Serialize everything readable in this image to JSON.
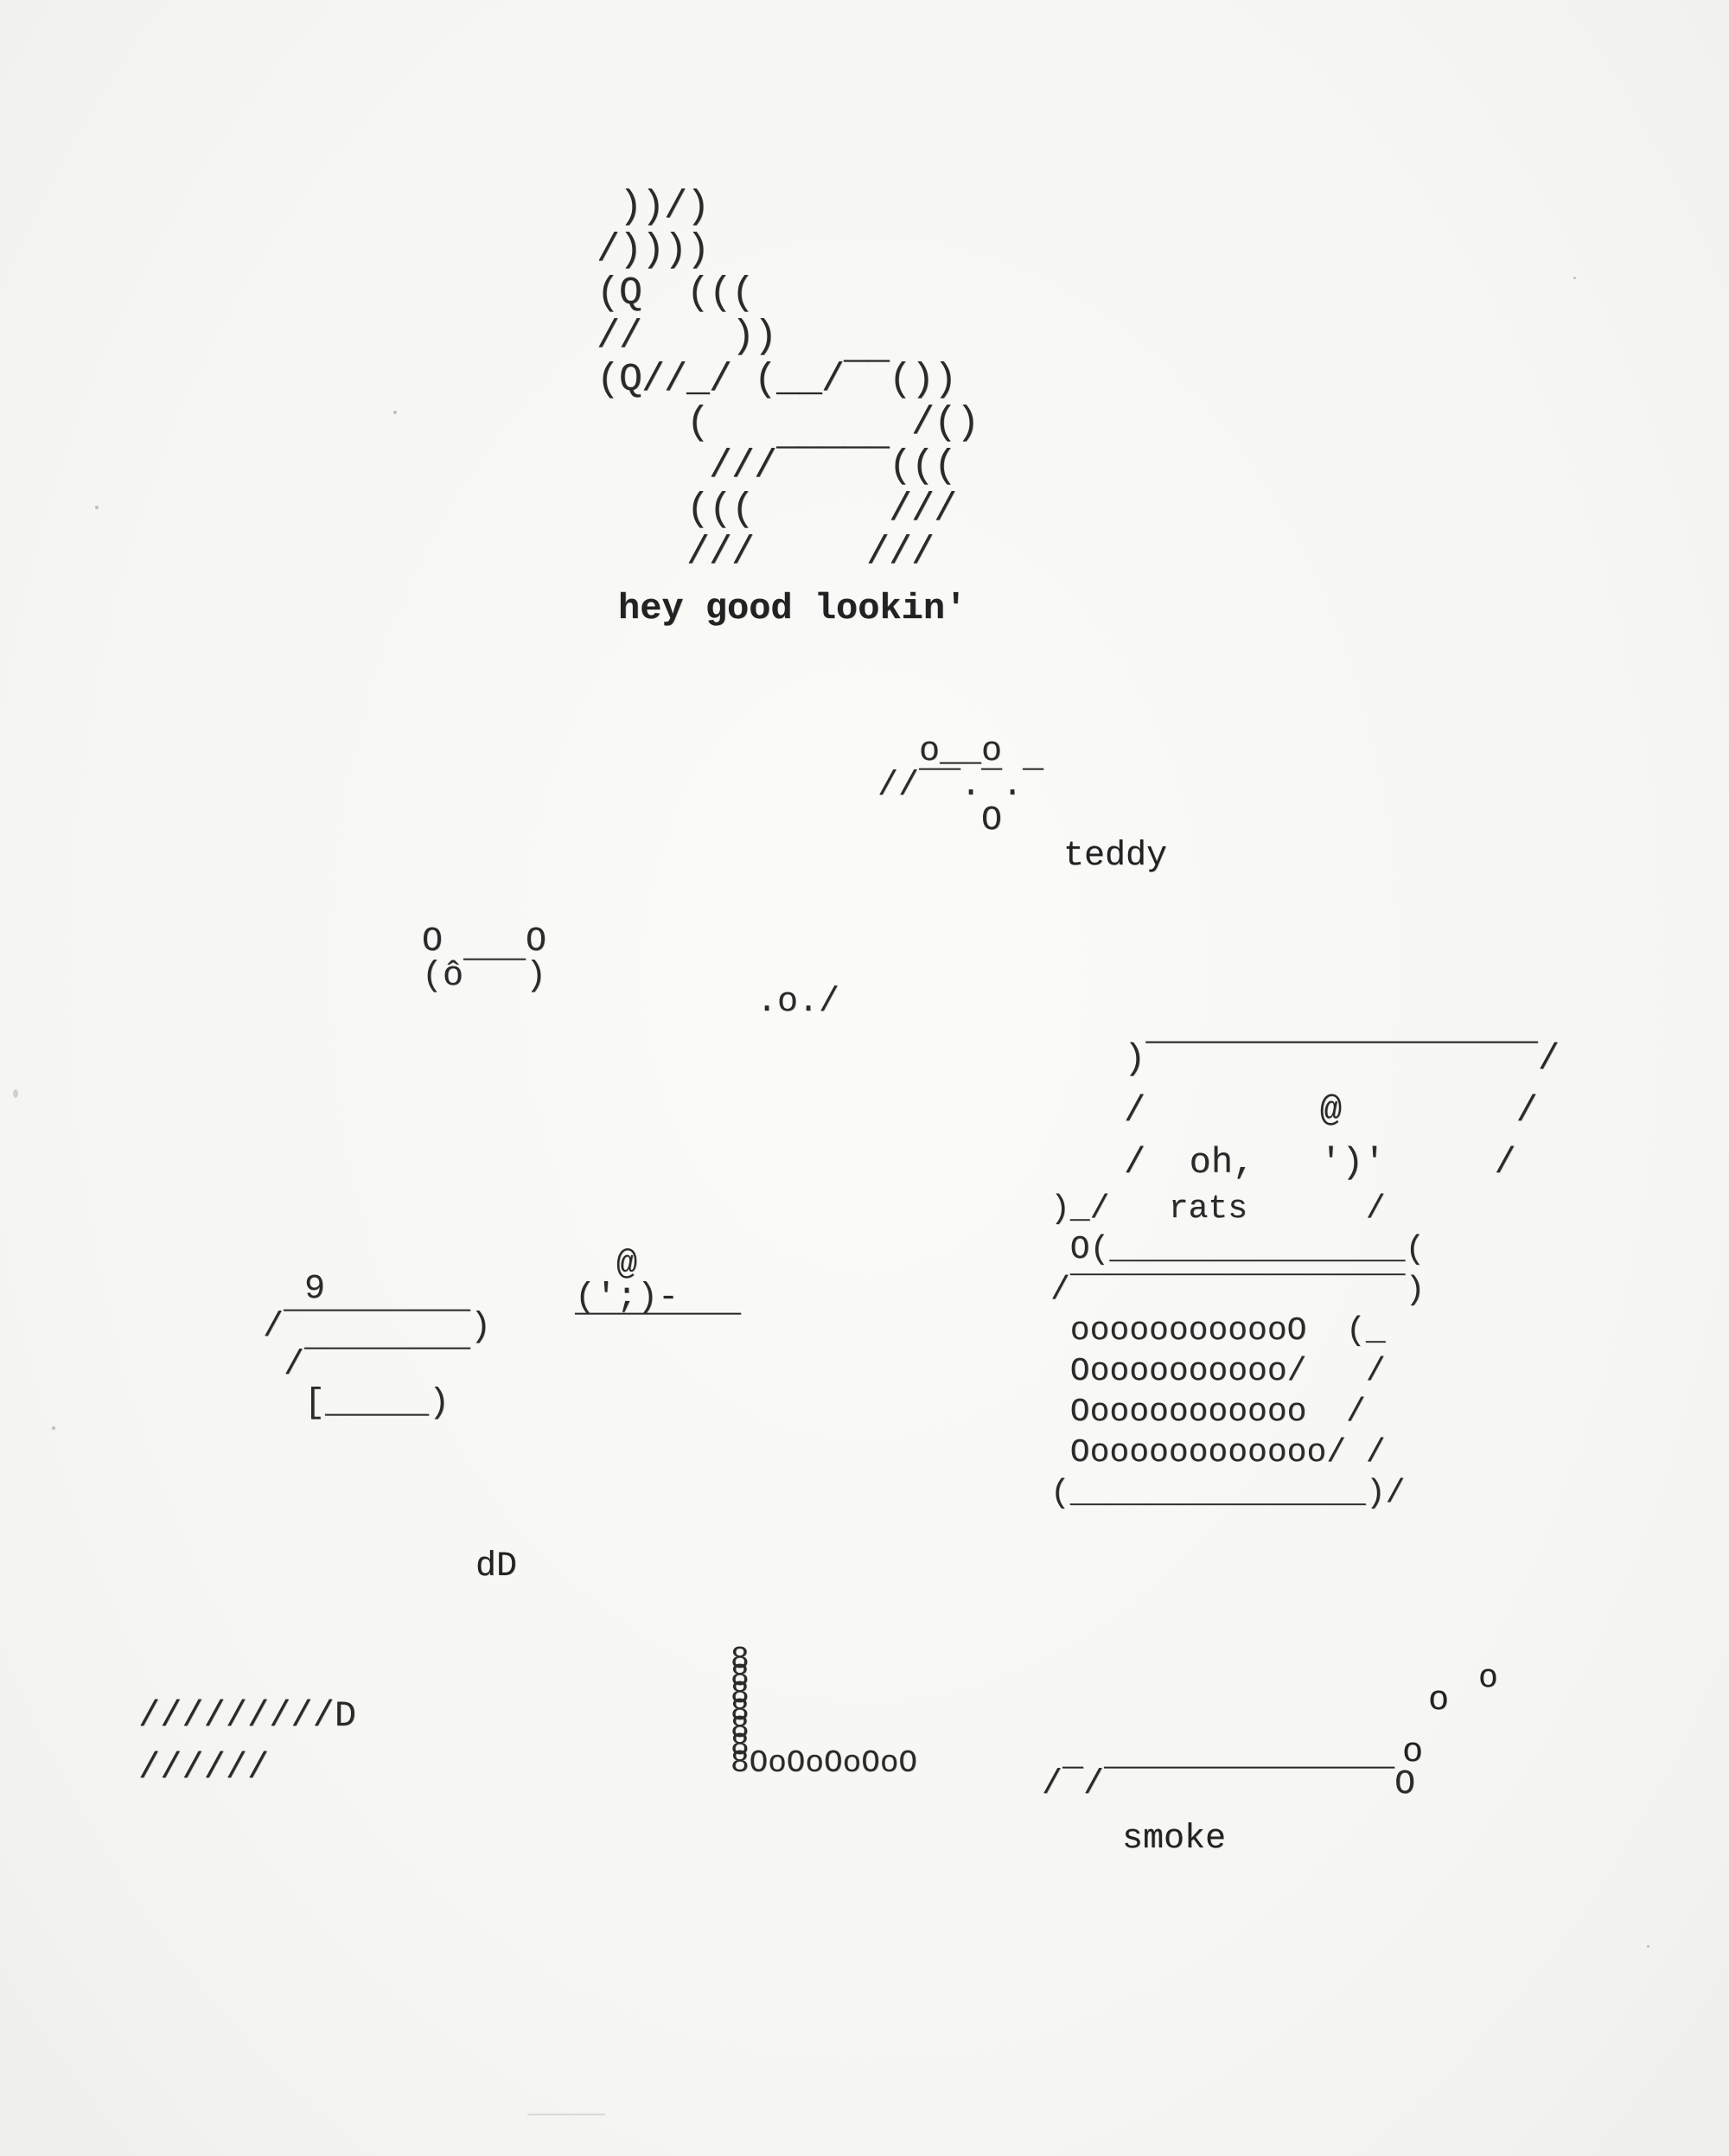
{
  "art": {
    "horse": " ))/)\n/))))\n(Q  (((\n//    ))\n(Q//_/ (__/‾‾())\n    (         /()\n     ///‾‾‾‾‾(((\n    (((      ///\n    ///     ///",
    "horse_caption": "hey good lookin'",
    "teddy": "  o__o\n//‾‾.‾.‾\n     O",
    "teddy_caption": "teddy",
    "bear_face": "O    O\n(ô‾‾‾)",
    "small_face": ".o./",
    "typewriter_top": ")‾‾‾‾‾‾‾‾‾‾‾‾‾‾‾‾‾‾/\n/        @        /\n/  oh,   ')'     /",
    "typewriter_body": ")_/   rats      /\n O(_______________(\n/‾‾‾‾‾‾‾‾‾‾‾‾‾‾‾‾‾)\n oooooooooooO  (_\n Ooooooooooo/   /\n Oooooooooooo  /\n Ooooooooooooo/ /\n(_______________)/",
    "cup_nine": "   9\n /‾‾‾‾‾‾‾‾‾)\n  /‾‾‾‾‾‾‾‾\n   [_____)",
    "small_figure": "  @\n(';)-\n‾‾‾‾‾‾‾‾",
    "dd_label": "dD",
    "stack": "/////////D\n//////",
    "abacus": "8\n8\n8\n8\n8\n8\n8OoOoOoOoO",
    "cigarette": "/‾/‾‾‾‾‾‾‾‾‾‾‾‾‾‾O",
    "smoke_caption": "smoke",
    "smoke_puffs": [
      "o",
      "o",
      "o"
    ]
  }
}
